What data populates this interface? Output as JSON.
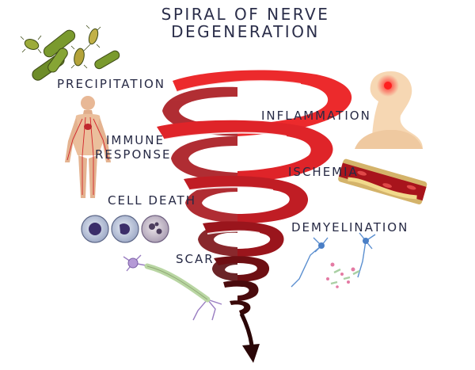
{
  "title_line1": "SPIRAL OF NERVE",
  "title_line2": "DEGENERATION",
  "stages": {
    "precipitation": "PRECIPITATION",
    "inflammation": "INFLAMMATION",
    "immune_response_line1": "IMMUNE",
    "immune_response_line2": "RESPONSE",
    "ischemia": "ISCHEMIA",
    "cell_death": "CELL DEATH",
    "demyelination": "DEMYELINATION",
    "scar": "SCAR"
  },
  "colors": {
    "spiral_top": "#e8262a",
    "spiral_bottom": "#3d0a0c",
    "text": "#272a45",
    "bacteria": "#7a9a2e"
  },
  "icons": [
    "bacteria-icon",
    "inflamed-neck-icon",
    "human-body-icon",
    "blood-vessel-icon",
    "cell-icon",
    "neuron-icon",
    "scarred-neuron-icon"
  ]
}
